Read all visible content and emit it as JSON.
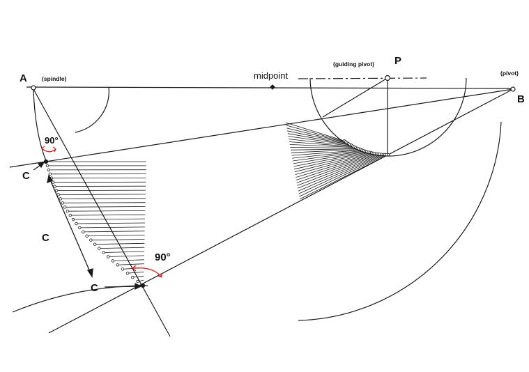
{
  "labels": {
    "point_a": "A",
    "spindle": "(spindle)",
    "midpoint": "midpoint",
    "guiding_pivot": "(guiding pivot)",
    "point_p": "P",
    "pivot": "(pivot)",
    "point_b": "B",
    "angle_upper": "90°",
    "angle_lower": "90°",
    "c_upper": "C",
    "c_middle": "C",
    "c_lower": "C"
  },
  "colors": {
    "line": "#1a1a1a",
    "angle_mark": "#d42a2a"
  }
}
